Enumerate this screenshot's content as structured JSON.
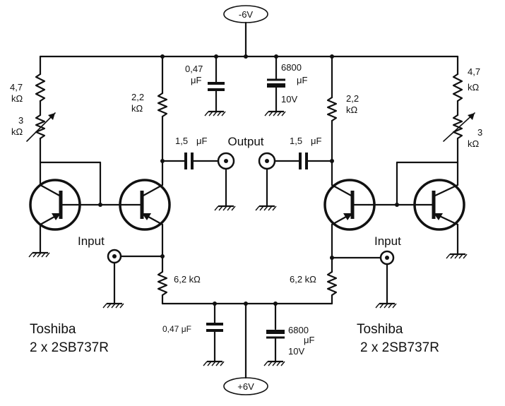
{
  "supply": {
    "negative": "-6V",
    "positive": "+6V"
  },
  "labels": {
    "output": "Output",
    "input_left": "Input",
    "input_right": "Input",
    "maker_left": "Toshiba",
    "part_left": "2 x 2SB737R",
    "maker_right": "Toshiba",
    "part_right": "2 x 2SB737R"
  },
  "components": {
    "r_left_top": {
      "value": "4,7",
      "unit": "kΩ"
    },
    "pot_left": {
      "value": "3",
      "unit": "kΩ"
    },
    "r_left_collector": {
      "value": "2,2",
      "unit": "kΩ"
    },
    "c_left_coupling": {
      "value": "1,5",
      "unit": "μF"
    },
    "c_top_small": {
      "value": "0,47",
      "unit": "μF"
    },
    "c_top_large": {
      "value": "6800",
      "unit": "μF",
      "voltage": "10V"
    },
    "c_right_coupling": {
      "value": "1,5",
      "unit": "μF"
    },
    "r_right_collector": {
      "value": "2,2",
      "unit": "kΩ"
    },
    "r_right_top": {
      "value": "4,7",
      "unit": "kΩ"
    },
    "pot_right": {
      "value": "3",
      "unit": "kΩ"
    },
    "r_left_emitter": {
      "label": "6,2 kΩ"
    },
    "r_right_emitter": {
      "label": "6,2 kΩ"
    },
    "c_bottom_small": {
      "label": "0,47 μF"
    },
    "c_bottom_large": {
      "value": "6800",
      "unit": "μF",
      "voltage": "10V"
    }
  }
}
